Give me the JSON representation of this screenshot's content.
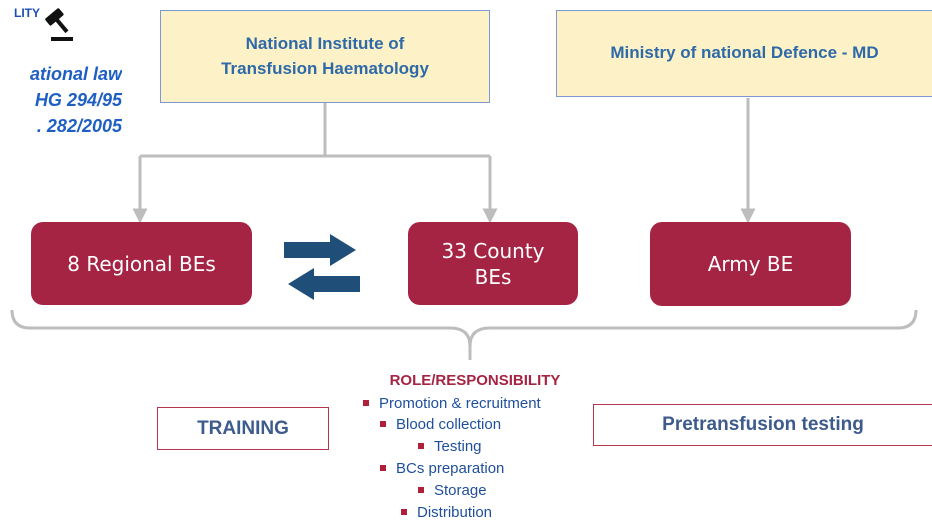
{
  "header": {
    "label_fragment": "LITY",
    "gavel_icon": "gavel-icon",
    "law_lines": [
      "ational law",
      "HG 294/95",
      ". 282/2005"
    ]
  },
  "top_boxes": {
    "institute": "National Institute of\nTransfusion Haematology",
    "ministry": "Ministry of national Defence - MD"
  },
  "blood_establishments": {
    "regional": "8 Regional BEs",
    "county": "33 County\nBEs",
    "army": "Army BE"
  },
  "side_boxes": {
    "training": "TRAINING",
    "pretransfusion": "Pretransfusion testing"
  },
  "role": {
    "title": "ROLE/RESPONSIBILITY",
    "items": [
      "Promotion & recruitment",
      "Blood collection",
      "Testing",
      "BCs preparation",
      "Storage",
      "Distribution"
    ]
  },
  "colors": {
    "be_fill": "#a52443",
    "top_box_fill": "#fdf1c7",
    "arrow_fill": "#1f4e79",
    "connector": "#bdbdbd"
  }
}
